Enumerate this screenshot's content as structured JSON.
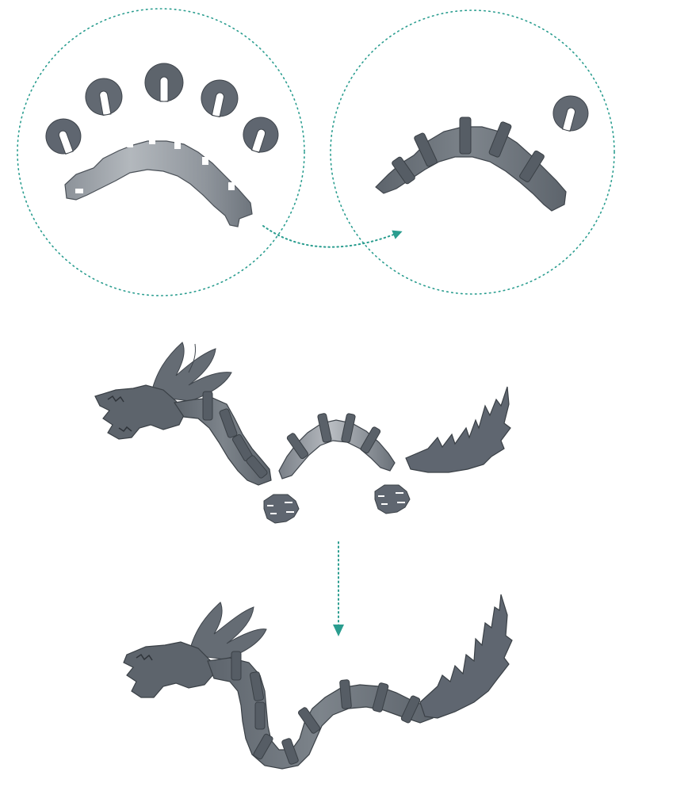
{
  "diagram": {
    "kind": "assembly-instructions",
    "colors": {
      "guide": "#2a9d8f",
      "part_dark": "#5f6670",
      "part_mid": "#737a83",
      "part_light": "#a7acb2",
      "part_edge": "#3f454c"
    },
    "steps": [
      {
        "id": "step-1",
        "parts": [
          "clip-ring",
          "clip-ring",
          "clip-ring",
          "clip-ring",
          "clip-ring",
          "body-segment-arc"
        ]
      },
      {
        "id": "step-2",
        "parts": [
          "body-segment-arc-with-clips",
          "clip-ring"
        ]
      },
      {
        "id": "step-3",
        "parts": [
          "dragon-head-with-antlers",
          "neck-segments",
          "body-segment-arc-with-clips",
          "tail-fin",
          "leg-part",
          "leg-part"
        ]
      },
      {
        "id": "step-4",
        "parts": [
          "assembled-dragon"
        ]
      }
    ],
    "icons": [
      "dotted-circle-icon",
      "curved-arrow-icon",
      "down-arrow-icon"
    ]
  }
}
